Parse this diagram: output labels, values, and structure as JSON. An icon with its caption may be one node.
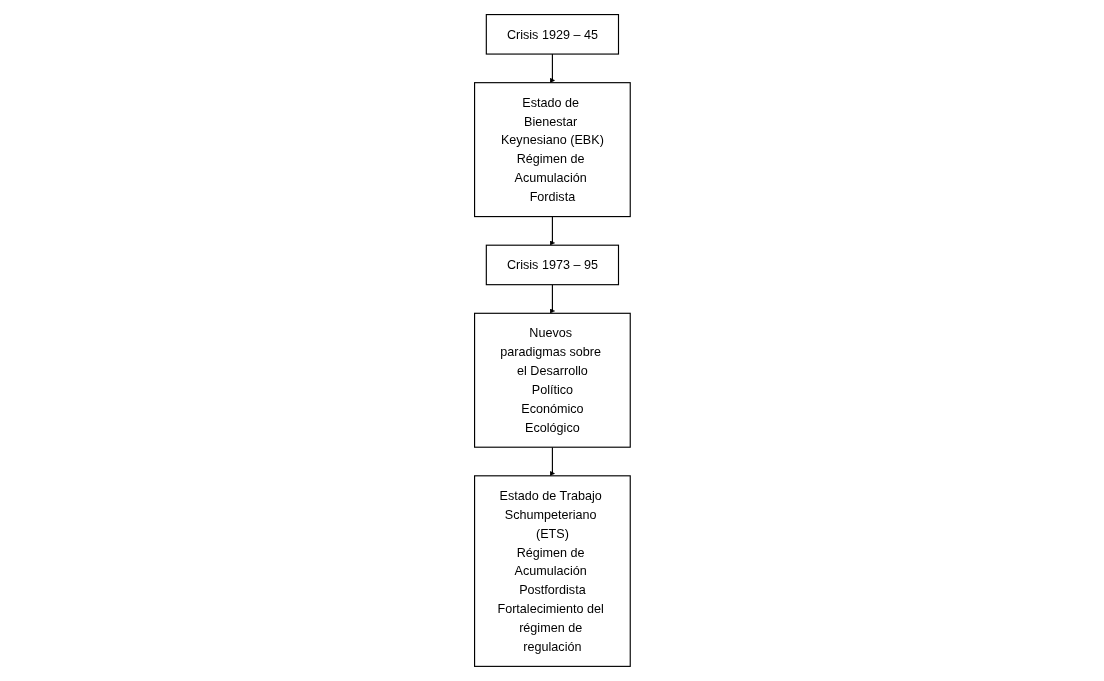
{
  "diagram": {
    "nodes": [
      {
        "text": [
          "Crisis 1929 – 45"
        ]
      },
      {
        "text": [
          "Estado de Bienestar Keynesiano (EBK)",
          "Régimen de Acumulación Fordista"
        ]
      },
      {
        "text": [
          "Crisis 1973 – 95"
        ]
      },
      {
        "text": [
          "Nuevos paradigmas sobre el Desarrollo",
          "Político",
          "Económico",
          "Ecológico"
        ]
      },
      {
        "text": [
          "Estado de Trabajo Schumpeteriano (ETS)",
          "Régimen de Acumulación Postfordista",
          "Fortalecimiento del régimen de regulación"
        ]
      }
    ],
    "edges": [
      {
        "from": 0,
        "to": 1,
        "arrow": "to"
      },
      {
        "from": 1,
        "to": 2,
        "arrow": "to"
      },
      {
        "from": 2,
        "to": 3,
        "arrow": "to"
      },
      {
        "from": 3,
        "to": 4,
        "arrow": "to"
      }
    ]
  }
}
